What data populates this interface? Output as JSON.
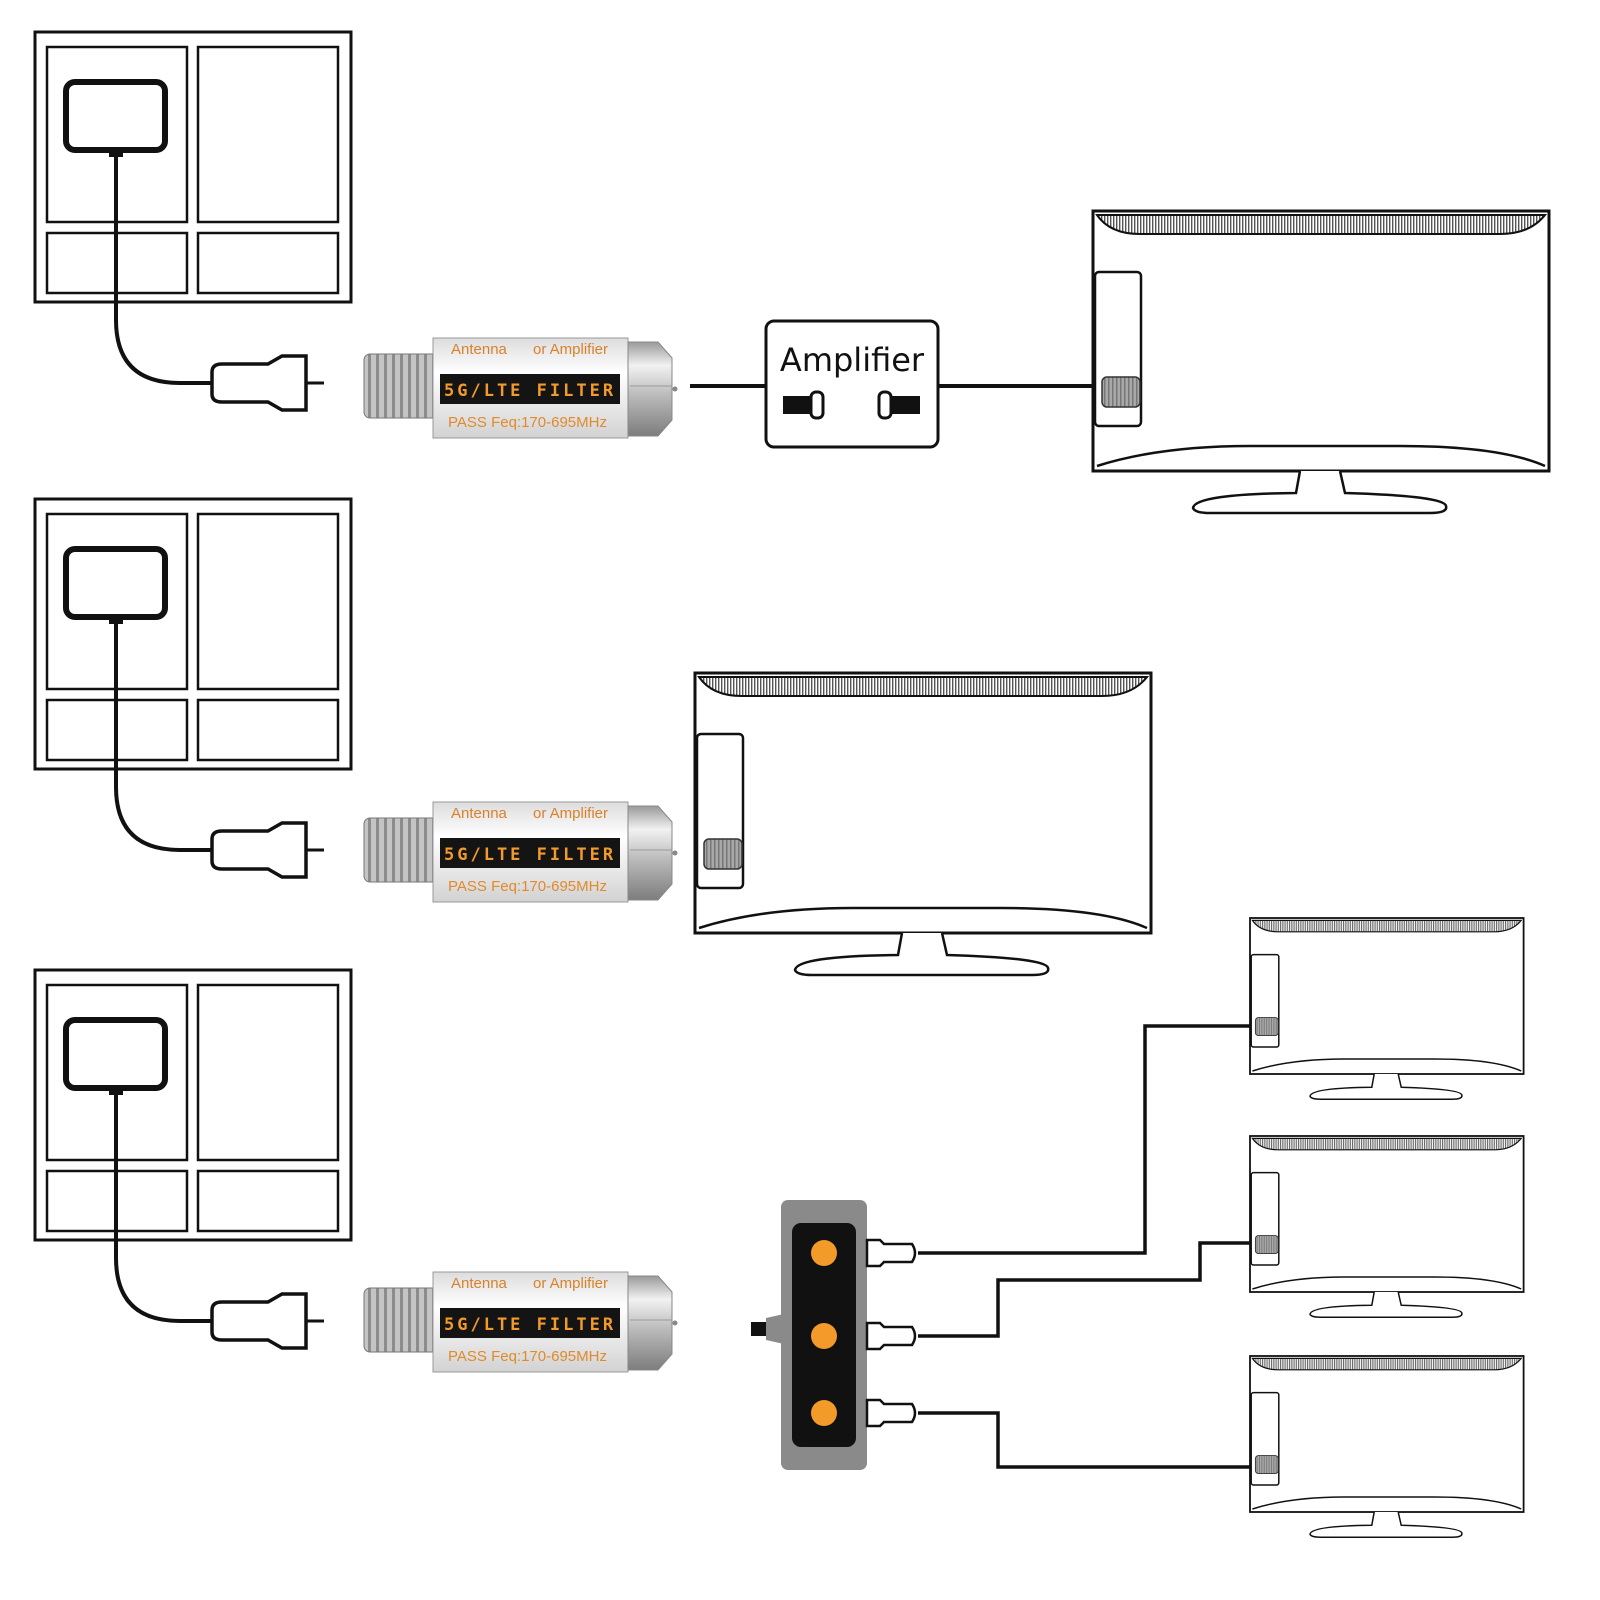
{
  "scenarios": [
    {
      "id": "antenna-filter-amplifier-tv",
      "filter": {
        "top_left": "Antenna",
        "top_right": "or Amplifier",
        "band": "5G/LTE FILTER",
        "pass": "PASS Feq:170-695MHz"
      },
      "amplifier": {
        "label": "Amplifier"
      }
    },
    {
      "id": "antenna-filter-tv",
      "filter": {
        "top_left": "Antenna",
        "top_right": "or Amplifier",
        "band": "5G/LTE FILTER",
        "pass": "PASS Feq:170-695MHz"
      }
    },
    {
      "id": "antenna-filter-splitter-three-tvs",
      "filter": {
        "top_left": "Antenna",
        "top_right": "or Amplifier",
        "band": "5G/LTE FILTER",
        "pass": "PASS Feq:170-695MHz"
      },
      "splitter": {
        "outputs": 3
      }
    }
  ],
  "colors": {
    "line": "#111111",
    "accent_orange": "#f39a2a",
    "splitter_body": "#8a8a8a",
    "splitter_face": "#111111",
    "metal": "#c8c8c8"
  }
}
